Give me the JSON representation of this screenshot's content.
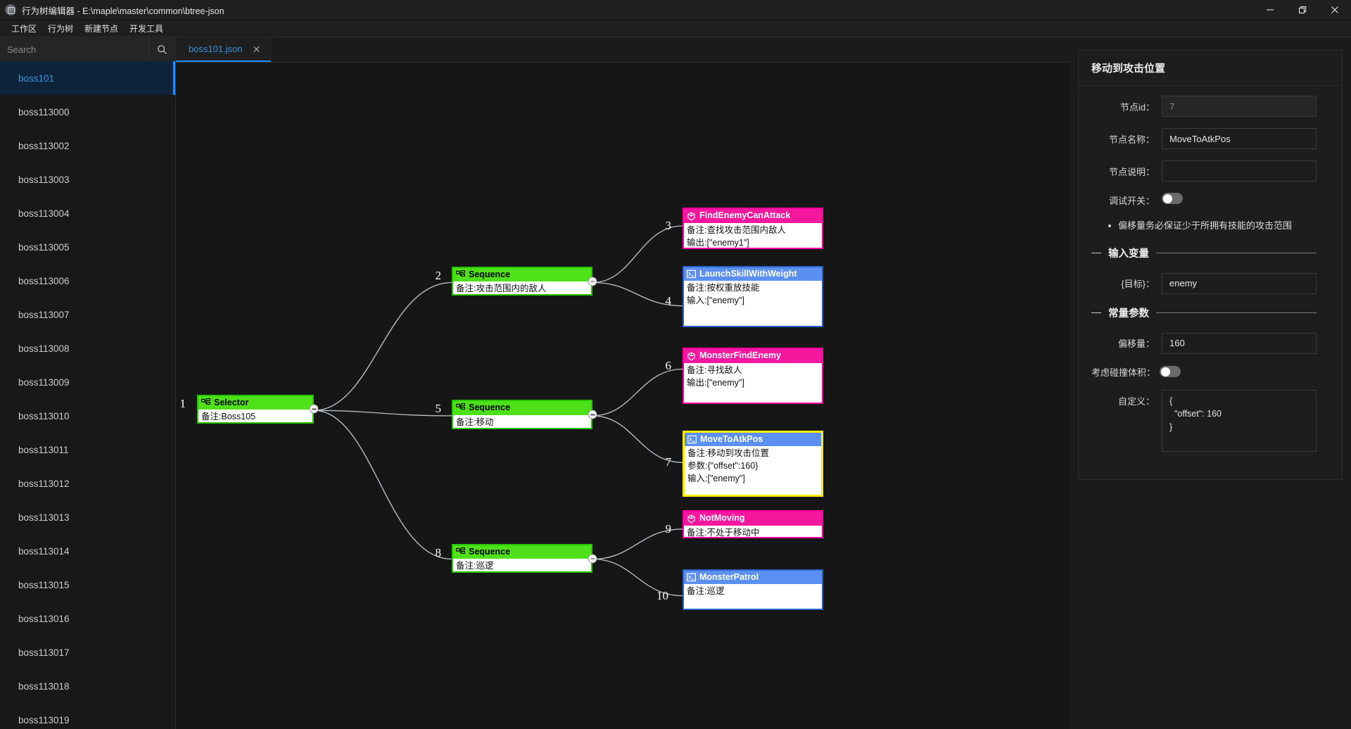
{
  "window": {
    "title": "行为树编辑器 - E:\\maple\\master\\common\\btree-json",
    "app_icon": "app-gear-icon",
    "minimize": "—",
    "maximize": "❐",
    "close": "✕"
  },
  "menubar": {
    "items": [
      {
        "label": "工作区"
      },
      {
        "label": "行为树"
      },
      {
        "label": "新建节点"
      },
      {
        "label": "开发工具"
      }
    ]
  },
  "sidebar": {
    "search": {
      "placeholder": "Search",
      "value": "",
      "icon": "search-icon"
    },
    "files": [
      {
        "label": "boss101",
        "active": true
      },
      {
        "label": "boss113000",
        "active": false
      },
      {
        "label": "boss113002",
        "active": false
      },
      {
        "label": "boss113003",
        "active": false
      },
      {
        "label": "boss113004",
        "active": false
      },
      {
        "label": "boss113005",
        "active": false
      },
      {
        "label": "boss113006",
        "active": false
      },
      {
        "label": "boss113007",
        "active": false
      },
      {
        "label": "boss113008",
        "active": false
      },
      {
        "label": "boss113009",
        "active": false
      },
      {
        "label": "boss113010",
        "active": false
      },
      {
        "label": "boss113011",
        "active": false
      },
      {
        "label": "boss113012",
        "active": false
      },
      {
        "label": "boss113013",
        "active": false
      },
      {
        "label": "boss113014",
        "active": false
      },
      {
        "label": "boss113015",
        "active": false
      },
      {
        "label": "boss113016",
        "active": false
      },
      {
        "label": "boss113017",
        "active": false
      },
      {
        "label": "boss113018",
        "active": false
      },
      {
        "label": "boss113019",
        "active": false
      }
    ]
  },
  "tabs": [
    {
      "label": "boss101.json",
      "close": "✕",
      "active": true
    }
  ],
  "graph": {
    "nodes": [
      {
        "index": "1",
        "kind": "green",
        "icon": "selector-icon",
        "title": "Selector",
        "lines": [
          "备注:Boss105"
        ]
      },
      {
        "index": "2",
        "kind": "green",
        "icon": "sequence-icon",
        "title": "Sequence",
        "lines": [
          "备注:攻击范围内的敌人"
        ]
      },
      {
        "index": "3",
        "kind": "pink",
        "icon": "condition-icon",
        "title": "FindEnemyCanAttack",
        "lines": [
          "备注:查找攻击范围内敌人",
          "输出:[\"enemy1\"]"
        ]
      },
      {
        "index": "4",
        "kind": "blue",
        "icon": "action-icon",
        "title": "LaunchSkillWithWeight",
        "lines": [
          "备注:按权重放技能",
          "输入:[\"enemy\"]"
        ]
      },
      {
        "index": "5",
        "kind": "green",
        "icon": "sequence-icon",
        "title": "Sequence",
        "lines": [
          "备注:移动"
        ]
      },
      {
        "index": "6",
        "kind": "pink",
        "icon": "condition-icon",
        "title": "MonsterFindEnemy",
        "lines": [
          "备注:寻找敌人",
          "输出:[\"enemy\"]"
        ]
      },
      {
        "index": "7",
        "kind": "blue",
        "icon": "action-icon",
        "title": "MoveToAtkPos",
        "selected": true,
        "lines": [
          "备注:移动到攻击位置",
          "参数:{\"offset\":160}",
          "输入:[\"enemy\"]"
        ]
      },
      {
        "index": "8",
        "kind": "green",
        "icon": "sequence-icon",
        "title": "Sequence",
        "lines": [
          "备注:巡逻"
        ]
      },
      {
        "index": "9",
        "kind": "pink",
        "icon": "condition-icon",
        "title": "NotMoving",
        "lines": [
          "备注:不处于移动中"
        ]
      },
      {
        "index": "10",
        "kind": "blue",
        "icon": "action-icon",
        "title": "MonsterPatrol",
        "lines": [
          "备注:巡逻"
        ]
      }
    ]
  },
  "properties": {
    "title": "移动到攻击位置",
    "node_id": {
      "label": "节点id：",
      "value": "7",
      "readonly": true
    },
    "node_name": {
      "label": "节点名称：",
      "value": "MoveToAtkPos"
    },
    "node_desc": {
      "label": "节点说明：",
      "value": "",
      "placeholder": ""
    },
    "debug_switch": {
      "label": "调试开关：",
      "on": false
    },
    "hint": "偏移量务必保证少于所拥有技能的攻击范围",
    "input_section": {
      "title": "输入变量"
    },
    "input_vars": [
      {
        "label": "{目标}：",
        "value": "enemy"
      }
    ],
    "const_section": {
      "title": "常量参数"
    },
    "const_params": [
      {
        "label": "偏移量：",
        "value": "160"
      }
    ],
    "collision_toggle": {
      "label": "考虑碰撞体积：",
      "on": false
    },
    "custom": {
      "label": "自定义：",
      "value": "{\n  \"offset\": 160\n}"
    }
  },
  "colors": {
    "accent": "#3794e0",
    "green": "#4ee019",
    "pink": "#f5189f",
    "blue": "#5b8ff0",
    "selected": "#ffee00",
    "canvas_bg": "#161616",
    "panel_bg": "#1b1b1b"
  }
}
